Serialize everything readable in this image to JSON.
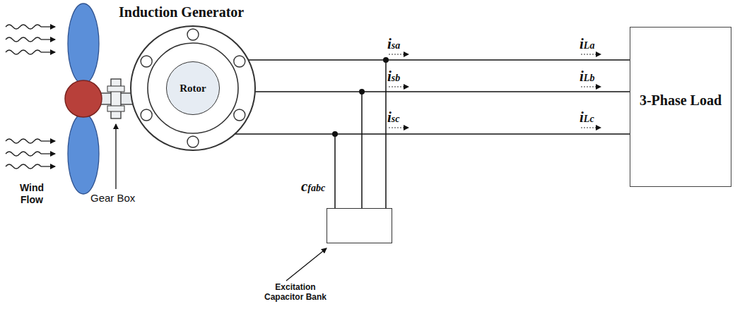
{
  "diagram": {
    "nodes": [
      {
        "text": [
          "Induction Generator"
        ]
      },
      {
        "text": [
          "Rotor"
        ],
        "in": 0
      },
      {
        "text": [
          "3-Phase Load"
        ]
      },
      {
        "text": [
          "Excitation Capacitor Bank"
        ]
      }
    ],
    "edges": [
      {
        "from": 0,
        "to": 2,
        "arrow": "none"
      },
      {
        "from": 0,
        "to": 2,
        "arrow": "none"
      },
      {
        "from": 0,
        "to": 2,
        "arrow": "none"
      }
    ],
    "labels": [
      "Wind Flow",
      "Gear Box",
      "cfabc",
      "isa",
      "isb",
      "isc",
      "iLa",
      "iLb",
      "iLc"
    ]
  }
}
